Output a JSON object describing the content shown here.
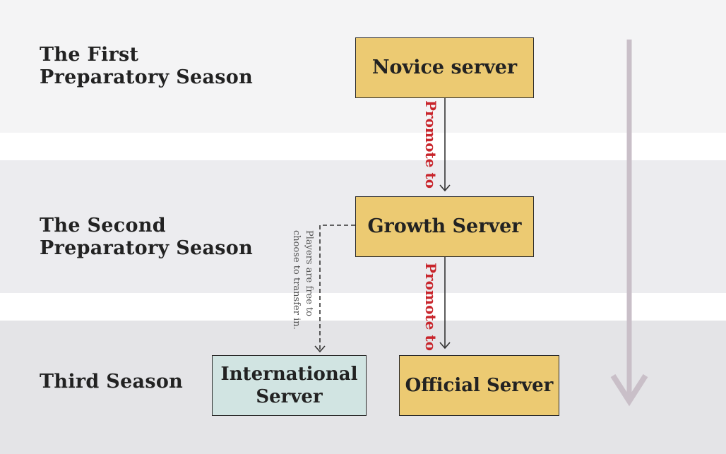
{
  "seasons": {
    "first": [
      "The First",
      "Preparatory Season"
    ],
    "second": [
      "The Second",
      "Preparatory Season"
    ],
    "third": [
      "Third Season"
    ]
  },
  "nodes": {
    "novice": [
      "Novice server"
    ],
    "growth": [
      "Growth Server"
    ],
    "official": [
      "Official Server"
    ],
    "international": [
      "International",
      "Server"
    ]
  },
  "edges": {
    "promote_label_1": "Promote to",
    "promote_label_2": "Promote to",
    "transfer_note": [
      "Players are free to",
      "choose to transfer in."
    ]
  },
  "colors": {
    "band_1": "#f4f4f5",
    "band_2": "#ececef",
    "band_3": "#e4e4e7",
    "server_fill": "#ecca72",
    "international_fill": "#d1e4e2",
    "promote_text": "#c8242b",
    "arrow": "#333333",
    "timeline_arrow": "#c9bfc8"
  }
}
